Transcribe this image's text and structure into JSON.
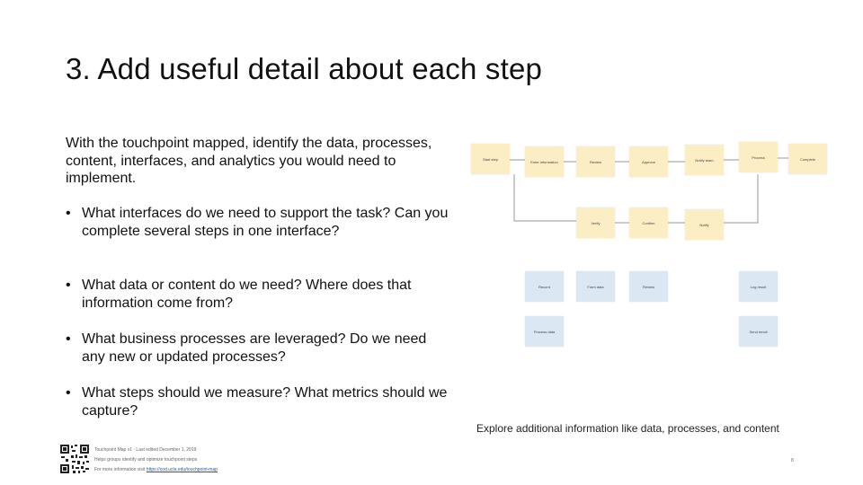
{
  "slide": {
    "title": "3. Add useful detail about each step",
    "intro": "With the touchpoint mapped, identify the data, processes, content, interfaces, and analytics you would need to implement.",
    "bullets": [
      "What interfaces do we need to support the task? Can you complete several steps in one interface?",
      "What data or content do we need? Where does that information come from?",
      "What business processes are leveraged? Do we need any new or updated processes?",
      "What steps should we measure? What metrics should we capture?"
    ],
    "bullet_glyph": "•",
    "caption": "Explore additional information like data, processes, and content"
  },
  "diagram": {
    "row1": [
      "Start step",
      "Enter information",
      "Review",
      "Approve",
      "Notify team",
      "Process",
      "Complete"
    ],
    "row2": [
      "Verify",
      "Confirm",
      "Notify"
    ],
    "row3": [
      "Record",
      "Form data",
      "Review",
      "Log result"
    ],
    "row4": [
      "Process data",
      "Send email"
    ]
  },
  "footer": {
    "line1": "Touchpoint Map v1 · Last edited December 1, 2019",
    "line2": "Helps groups identify and optimize touchpoint steps",
    "line3_prefix": "For more information visit ",
    "line3_link": "https://cod.ucla.edu/touchpoint-map",
    "page": "8"
  },
  "colors": {
    "sticky_yellow": "#fbeec4",
    "sticky_blue": "#dce7f4",
    "connector": "#aaaaaa",
    "link": "#1a56c4"
  },
  "icons": [
    "qr-code-icon"
  ]
}
